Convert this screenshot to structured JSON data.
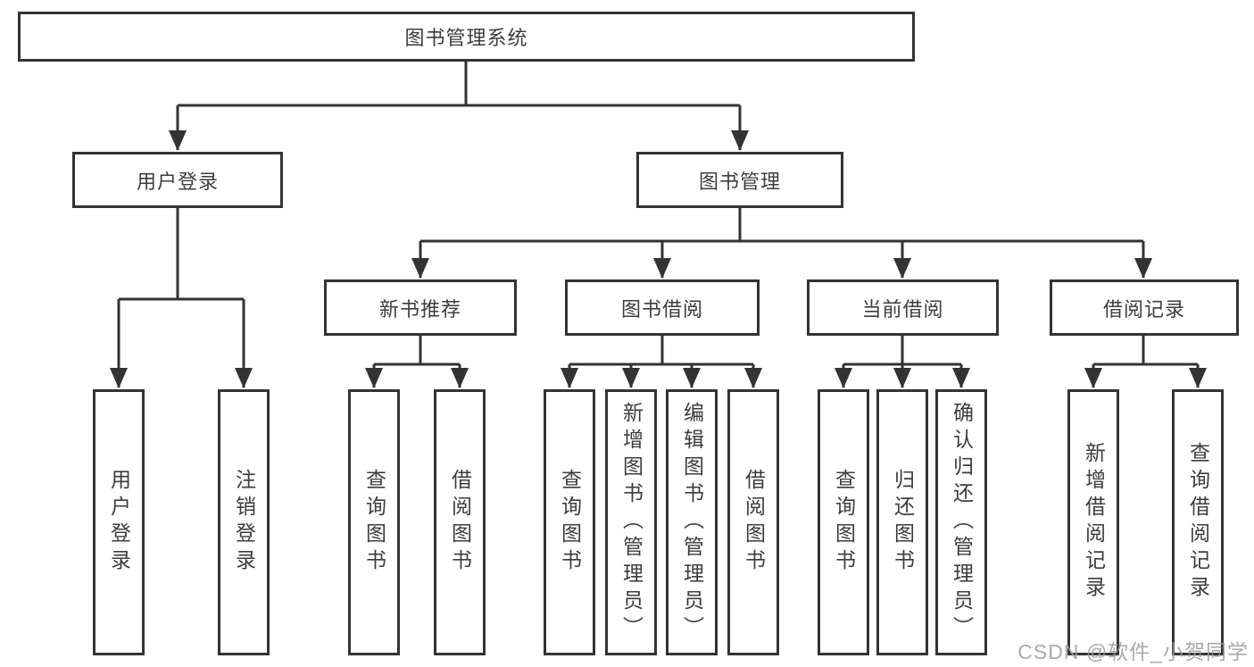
{
  "diagram_title": "图书管理系统",
  "watermark": "CSDN @软件_小贺同学",
  "colors": {
    "line": "#333333",
    "box_border": "#333333",
    "box_background": "#ffffff",
    "text": "#3d3d3d",
    "watermark_text": "#9b9b9b"
  },
  "tree": {
    "root": "图书管理系统",
    "branches": [
      {
        "label": "用户登录",
        "leaves": [
          "用户登录",
          "注销登录"
        ]
      },
      {
        "label": "图书管理",
        "children": [
          {
            "label": "新书推荐",
            "leaves": [
              "查询图书",
              "借阅图书"
            ]
          },
          {
            "label": "图书借阅",
            "leaves": [
              "查询图书",
              "新增图书（管理员）",
              "编辑图书（管理员）",
              "借阅图书"
            ]
          },
          {
            "label": "当前借阅",
            "leaves": [
              "查询图书",
              "归还图书",
              "确认归还（管理员）"
            ]
          },
          {
            "label": "借阅记录",
            "leaves": [
              "新增借阅记录",
              "查询借阅记录"
            ]
          }
        ]
      }
    ]
  }
}
